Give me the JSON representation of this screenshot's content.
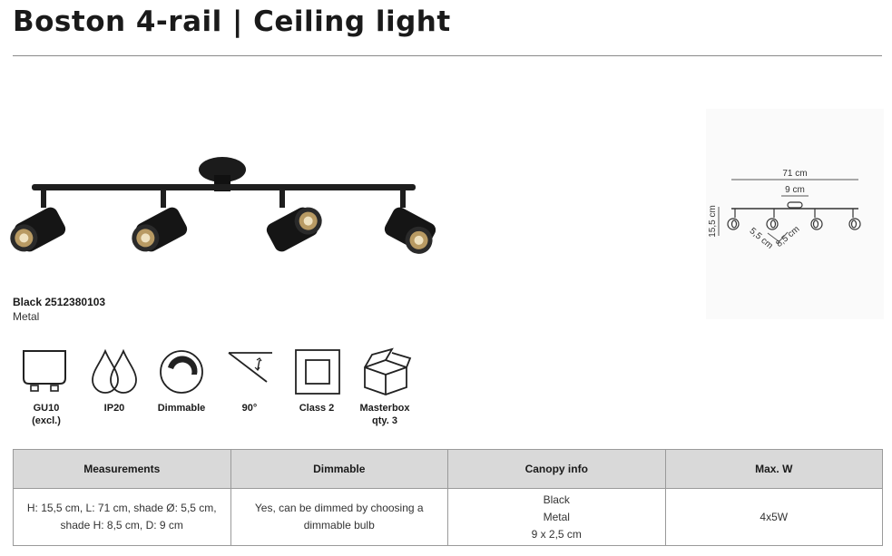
{
  "header": {
    "title": "Boston 4-rail | Ceiling light"
  },
  "product": {
    "sku_line": "Black 2512380103",
    "material": "Metal"
  },
  "dimensions": {
    "length": "71 cm",
    "canopy": "9 cm",
    "height": "15,5 cm",
    "shade_diameter": "5,5 cm",
    "shade_height": "8,5 cm"
  },
  "features": [
    {
      "icon": "gu10-bulb-icon",
      "label": "GU10\n(excl.)"
    },
    {
      "icon": "ip20-drops-icon",
      "label": "IP20"
    },
    {
      "icon": "dimmable-icon",
      "label": "Dimmable"
    },
    {
      "icon": "angle-icon",
      "label": "90°"
    },
    {
      "icon": "class2-icon",
      "label": "Class 2"
    },
    {
      "icon": "masterbox-icon",
      "label": "Masterbox\nqty. 3"
    }
  ],
  "specs": {
    "headers": [
      "Measurements",
      "Dimmable",
      "Canopy info",
      "Max. W"
    ],
    "values": [
      "H: 15,5 cm, L: 71 cm, shade Ø: 5,5 cm, shade H: 8,5 cm, D: 9 cm",
      "Yes, can be dimmed by choosing a dimmable bulb",
      "Black\nMetal\n9 x 2,5 cm",
      "4x5W"
    ]
  }
}
